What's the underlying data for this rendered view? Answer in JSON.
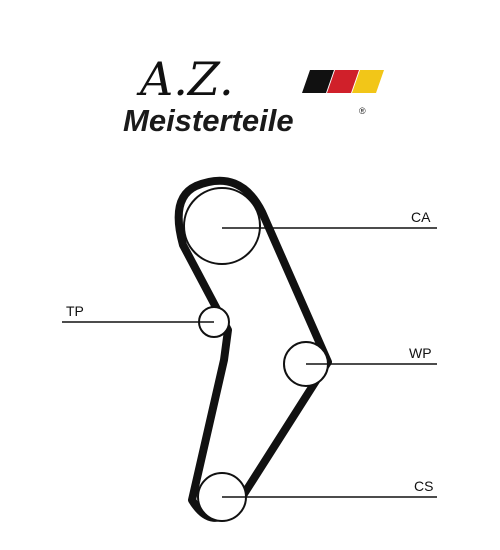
{
  "logo": {
    "script": "A.Z.",
    "wordmark": "Meisterteile",
    "registered": "®",
    "stripe_colors": [
      "#111111",
      "#d0202a",
      "#f2c618"
    ]
  },
  "pulleys": [
    {
      "label": "CA"
    },
    {
      "label": "TP"
    },
    {
      "label": "WP"
    },
    {
      "label": "CS"
    }
  ],
  "colors": {
    "belt": "#111111",
    "line": "#111111",
    "background": "#ffffff"
  }
}
